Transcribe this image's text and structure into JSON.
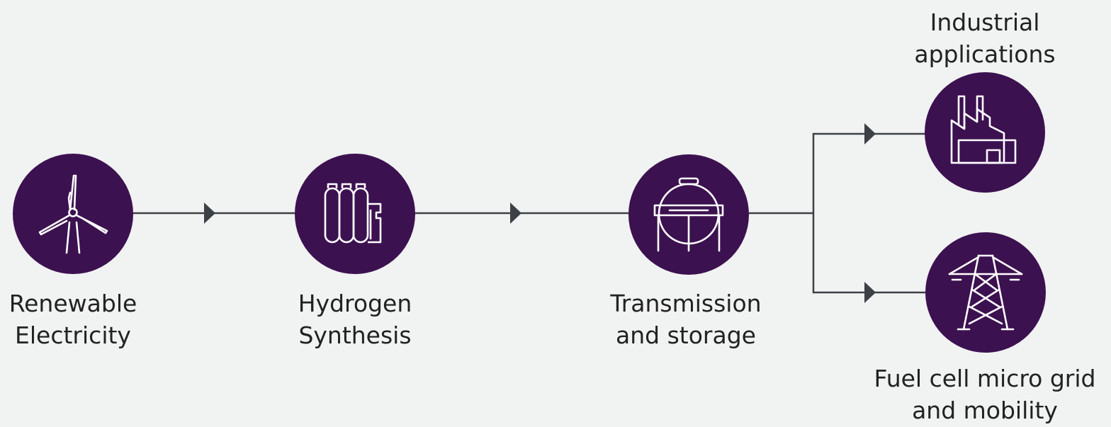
{
  "colors": {
    "background": "#f1f2f2",
    "node": "#3c1150",
    "connector": "#3d4146",
    "text": "#222222",
    "icon": "#ffffff"
  },
  "nodes": [
    {
      "id": "renewable",
      "icon": "wind-turbine-icon",
      "label": [
        "Renewable",
        "Electricity"
      ]
    },
    {
      "id": "hydrogen",
      "icon": "gas-cylinders-icon",
      "label": [
        "Hydrogen",
        "Synthesis"
      ]
    },
    {
      "id": "transmission",
      "icon": "storage-tank-icon",
      "label": [
        "Transmission",
        "and storage"
      ]
    },
    {
      "id": "industrial",
      "icon": "factory-icon",
      "label": [
        "Industrial",
        "applications"
      ]
    },
    {
      "id": "fuelcell",
      "icon": "power-pylon-icon",
      "label": [
        "Fuel cell micro grid",
        "and mobility"
      ]
    }
  ]
}
